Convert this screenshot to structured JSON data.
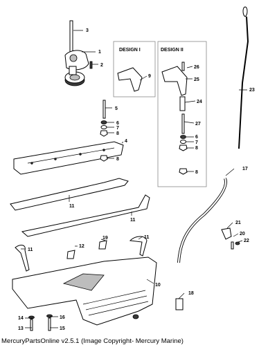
{
  "caption": "MercuryPartsOnline v2.5.1 (Image Copyright- Mercury Marine)",
  "design_labels": [
    "DESIGN I",
    "DESIGN II"
  ],
  "callouts": [
    "1",
    "2",
    "3",
    "4",
    "5",
    "6",
    "7",
    "8",
    "8",
    "9",
    "10",
    "11",
    "11",
    "11",
    "11",
    "12",
    "13",
    "14",
    "15",
    "16",
    "17",
    "18",
    "19",
    "20",
    "21",
    "22",
    "23",
    "24",
    "25",
    "26",
    "27",
    "6",
    "7",
    "8",
    "8"
  ]
}
